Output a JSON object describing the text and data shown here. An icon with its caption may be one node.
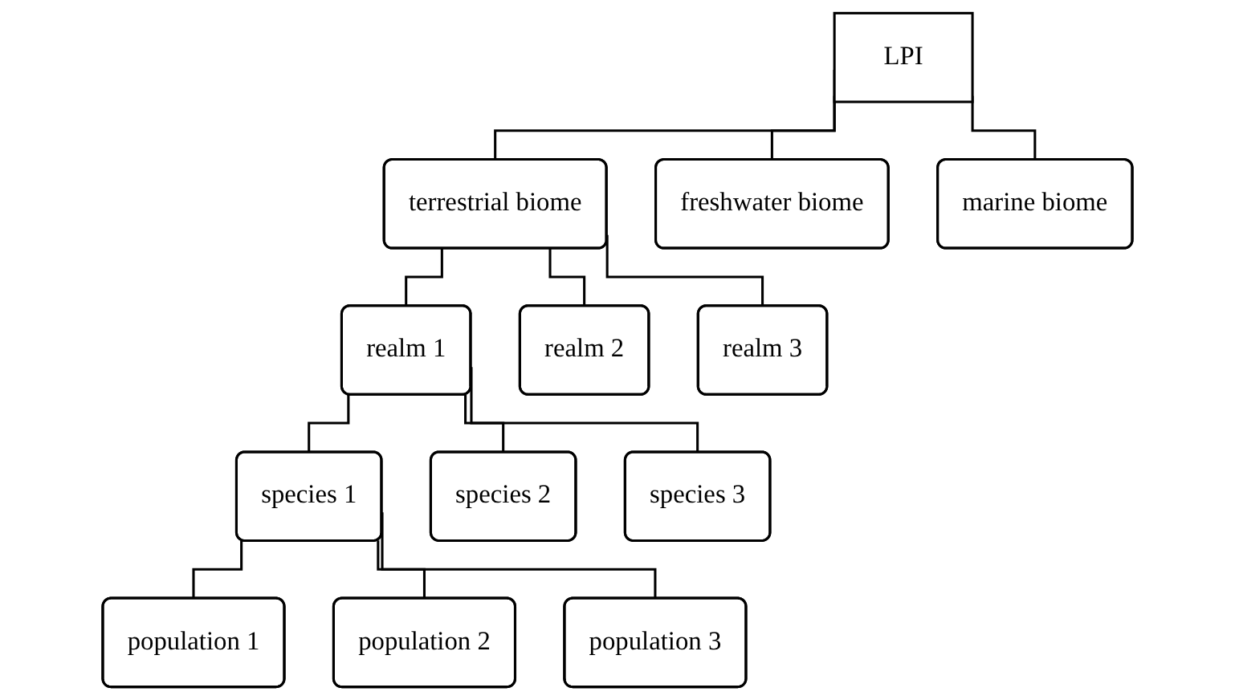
{
  "diagram": {
    "nodes": [
      {
        "text": [
          "LPI"
        ]
      },
      {
        "text": [
          "terrestrial biome"
        ]
      },
      {
        "text": [
          "freshwater biome"
        ]
      },
      {
        "text": [
          "marine biome"
        ]
      },
      {
        "text": [
          "realm 1"
        ]
      },
      {
        "text": [
          "realm 2"
        ]
      },
      {
        "text": [
          "realm 3"
        ]
      },
      {
        "text": [
          "species 1"
        ]
      },
      {
        "text": [
          "species 2"
        ]
      },
      {
        "text": [
          "species 3"
        ]
      },
      {
        "text": [
          "population 1"
        ]
      },
      {
        "text": [
          "population 2"
        ]
      },
      {
        "text": [
          "population 3"
        ]
      }
    ],
    "edges": [
      {
        "from": 0,
        "to": 1,
        "arrow": "none"
      },
      {
        "from": 0,
        "to": 2,
        "arrow": "none"
      },
      {
        "from": 0,
        "to": 3,
        "arrow": "none"
      },
      {
        "from": 1,
        "to": 4,
        "arrow": "none"
      },
      {
        "from": 1,
        "to": 5,
        "arrow": "none"
      },
      {
        "from": 1,
        "to": 6,
        "arrow": "none"
      },
      {
        "from": 4,
        "to": 7,
        "arrow": "none"
      },
      {
        "from": 4,
        "to": 8,
        "arrow": "none"
      },
      {
        "from": 4,
        "to": 9,
        "arrow": "none"
      },
      {
        "from": 7,
        "to": 10,
        "arrow": "none"
      },
      {
        "from": 7,
        "to": 11,
        "arrow": "none"
      },
      {
        "from": 7,
        "to": 12,
        "arrow": "none"
      }
    ]
  }
}
